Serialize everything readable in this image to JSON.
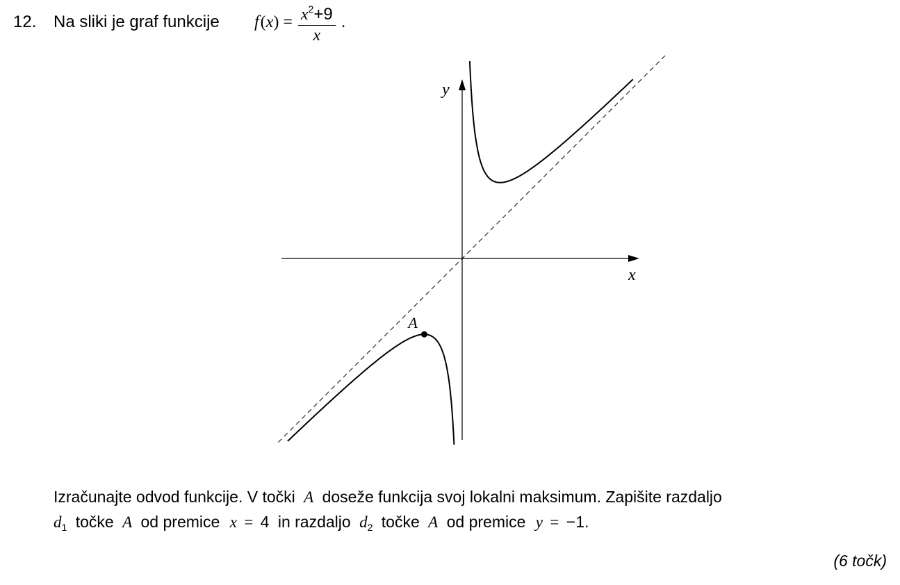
{
  "problem": {
    "number": "12.",
    "stem": "Na sliki je graf funkcije",
    "formula": {
      "lhs_f": "f",
      "lhs_paren_open": "(",
      "lhs_var": "x",
      "lhs_paren_close": ")",
      "equals": "=",
      "num_base": "x",
      "num_exp": "2",
      "num_plus": "+9",
      "den": "x",
      "end": "."
    }
  },
  "graph": {
    "y_axis_label": "y",
    "x_axis_label": "x",
    "point_label": "A"
  },
  "chart_data": {
    "type": "line",
    "function": "f(x) = (x^2 + 9) / x",
    "asymptotes": [
      {
        "kind": "oblique",
        "equation": "y = x",
        "style": "dashed"
      },
      {
        "kind": "vertical",
        "equation": "x = 0"
      }
    ],
    "marked_point": {
      "label": "A",
      "x": -3,
      "y": -6
    },
    "tick_labels": [],
    "grid": false
  },
  "paragraph": {
    "l1_a": "Izračunajte odvod funkcije. V točki",
    "l1_A": "A",
    "l1_b": "doseže funkcija svoj lokalni maksimum. Zapišite razdaljo",
    "l2_d1": "d",
    "l2_d1_sub": "1",
    "l2_a": "točke",
    "l2_A": "A",
    "l2_b": "od premice",
    "l2_x": "x",
    "l2_eq1": "=",
    "l2_4": "4",
    "l2_c": "in razdaljo",
    "l2_d2": "d",
    "l2_d2_sub": "2",
    "l2_d": "točke",
    "l2_A2": "A",
    "l2_e": "od premice",
    "l2_y": "y",
    "l2_eq2": "=",
    "l2_m1": "−1."
  },
  "points": "(6 točk)"
}
